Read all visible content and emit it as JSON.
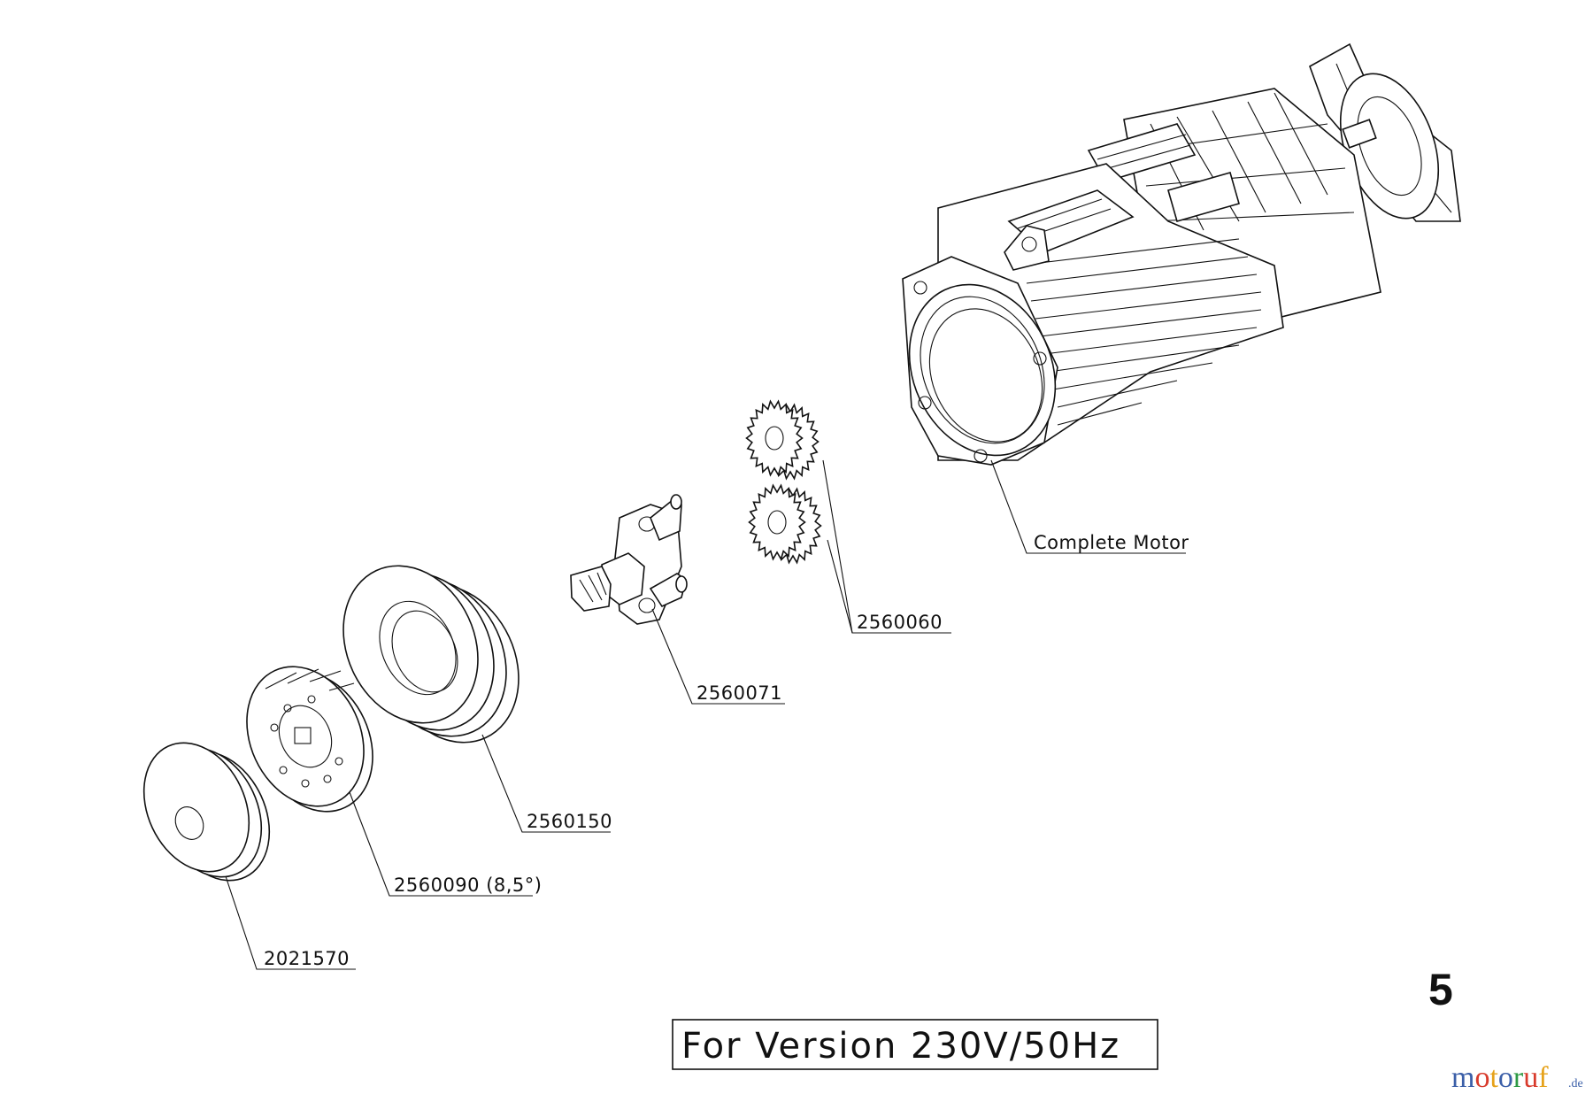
{
  "callouts": [
    {
      "id": "motor",
      "label": "Complete Motor"
    },
    {
      "id": "gears",
      "label": "2560060"
    },
    {
      "id": "shaft",
      "label": "2560071"
    },
    {
      "id": "drum",
      "label": "2560150"
    },
    {
      "id": "feed_roller",
      "label": "2560090 (8,5°)"
    },
    {
      "id": "pulley",
      "label": "2021570"
    }
  ],
  "page_number": "5",
  "version_box": "For Version 230V/50Hz",
  "watermark": {
    "main": "motoruf",
    "suffix": ".de",
    "colors": [
      "#3b5fa8",
      "#d83a2b",
      "#e6a21a",
      "#3b5fa8",
      "#2e9a45",
      "#d83a2b",
      "#e6a21a"
    ]
  }
}
